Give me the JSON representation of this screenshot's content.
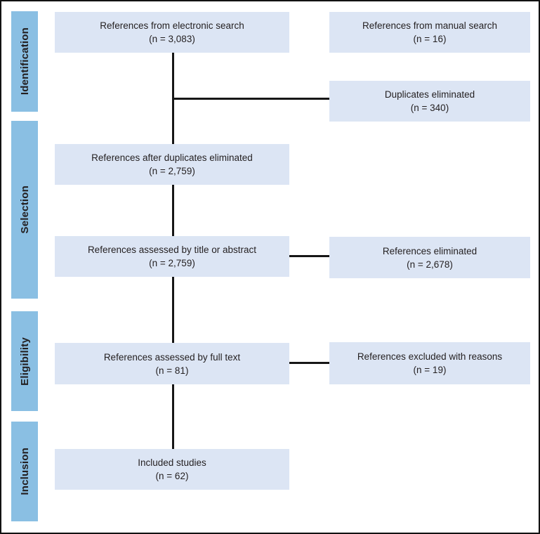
{
  "diagram": {
    "type": "prisma-flow",
    "stages": [
      {
        "label": "Identification"
      },
      {
        "label": "Selection"
      },
      {
        "label": "Eligibility"
      },
      {
        "label": "Inclusion"
      }
    ],
    "boxes": [
      {
        "name": "electronic-search",
        "text": "References from electronic search",
        "count": "(n = 3,083)"
      },
      {
        "name": "manual-search",
        "text": "References from manual search",
        "count": "(n = 16)"
      },
      {
        "name": "duplicates-eliminated",
        "text": "Duplicates eliminated",
        "count": "(n = 340)"
      },
      {
        "name": "after-duplicates",
        "text": "References after duplicates eliminated",
        "count": "(n = 2,759)"
      },
      {
        "name": "title-or-abstract",
        "text": "References assessed by title or abstract",
        "count": "(n = 2,759)"
      },
      {
        "name": "references-eliminated",
        "text": "References eliminated",
        "count": "(n = 2,678)"
      },
      {
        "name": "full-text",
        "text": "References assessed by full text",
        "count": "(n = 81)"
      },
      {
        "name": "excluded-with-reasons",
        "text": "References excluded with reasons",
        "count": "(n = 19)"
      },
      {
        "name": "included-studies",
        "text": "Included studies",
        "count": "(n = 62)"
      }
    ],
    "colors": {
      "stage-bar": "#8abfe3",
      "box-fill": "#dce5f4",
      "line": "#161616",
      "text": "#231f20",
      "frame": "#111111",
      "background": "#ffffff"
    }
  }
}
